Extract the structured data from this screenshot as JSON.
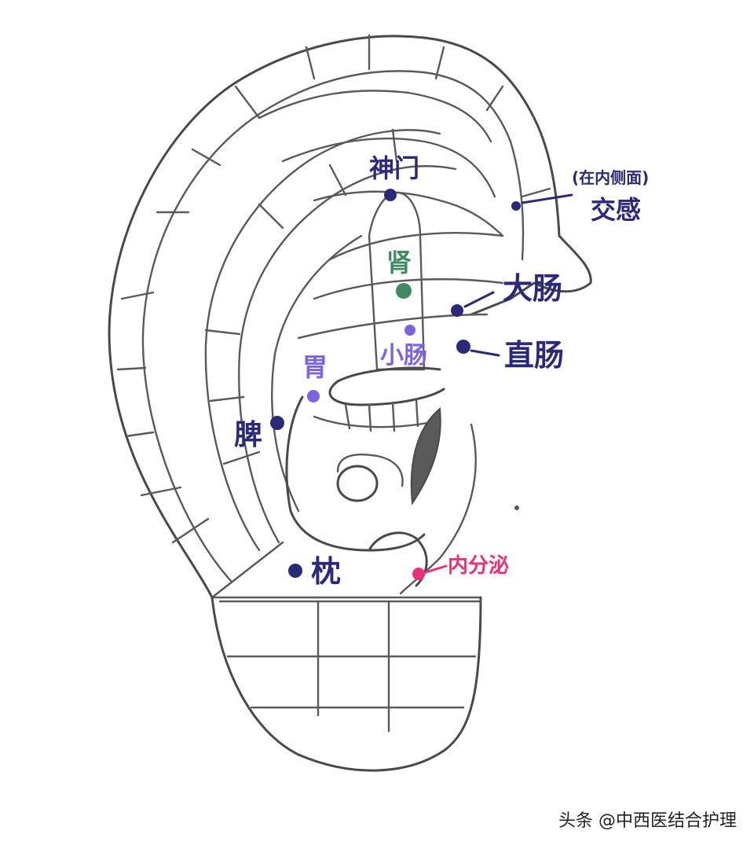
{
  "labels": {
    "shenmen": "神门",
    "shen": "肾",
    "xiaochang": "小肠",
    "wei": "胃",
    "pi": "脾",
    "zhen": "枕",
    "neifenmi": "内分泌",
    "dachang": "大肠",
    "zhichang": "直肠",
    "jiaogan": "交感",
    "inner_side_note": "(在内侧面)"
  },
  "colors": {
    "navy": "#2b2a7a",
    "green": "#3f8a63",
    "violet": "#7d63e0",
    "pink": "#e8317a",
    "line": "#4a4a4a"
  },
  "watermark": "头条 @中西医结合护理"
}
